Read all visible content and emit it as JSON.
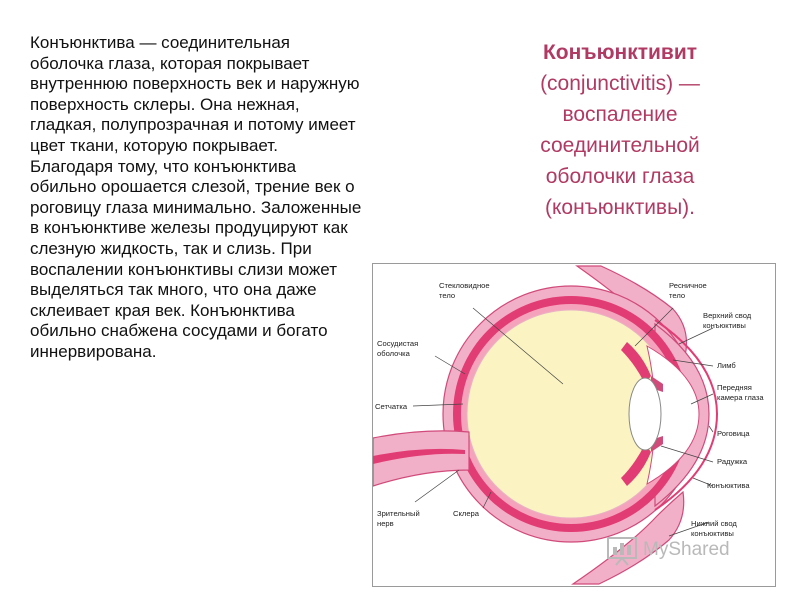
{
  "left_text": "Конъюнктива — соединительная оболочка глаза, которая покрывает внутреннюю поверхность век и наружную поверхность склеры. Она нежная, гладкая, полупрозрачная и потому имеет цвет ткани, которую покрывает. Благодаря тому, что конъюнктива обильно орошается слезой, трение век о роговицу глаза минимально. Заложенные в конъюнктиве железы продуцируют как слезную жидкость, так и слизь. При воспалении конъюнктивы слизи может выделяться так много, что она даже склеивает края век. Конъюнктива обильно снабжена сосудами и богато иннервирована.",
  "title": {
    "term": "Конъюнктивит",
    "latin": "(conjunctivitis) —",
    "line3": "воспаление",
    "line4": "соединительной",
    "line5": "оболочки глаза",
    "line6": "(конъюнктивы)."
  },
  "diagram": {
    "labels": {
      "vitreous_1": "Стекловидное",
      "vitreous_2": "тело",
      "ciliary_1": "Ресничное",
      "ciliary_2": "тело",
      "upper_fornix_1": "Верхний свод",
      "upper_fornix_2": "конъюктивы",
      "choroid_1": "Сосудистая",
      "choroid_2": "оболочка",
      "limbus": "Лимб",
      "ant_chamber_1": "Передняя",
      "ant_chamber_2": "камера глаза",
      "retina": "Сетчатка",
      "cornea": "Роговица",
      "iris": "Радужка",
      "conjunctiva": "Конъюктива",
      "optic_nerve_1": "Зрительный",
      "optic_nerve_2": "нерв",
      "sclera": "Склера",
      "lower_fornix_1": "Нижний свод",
      "lower_fornix_2": "конъюктивы"
    },
    "colors": {
      "sclera": "#f2b0c8",
      "choroid": "#e23c74",
      "vitreous": "#fbf4c2",
      "lens": "#ffffff"
    }
  },
  "watermark": {
    "text": "MyShared"
  }
}
